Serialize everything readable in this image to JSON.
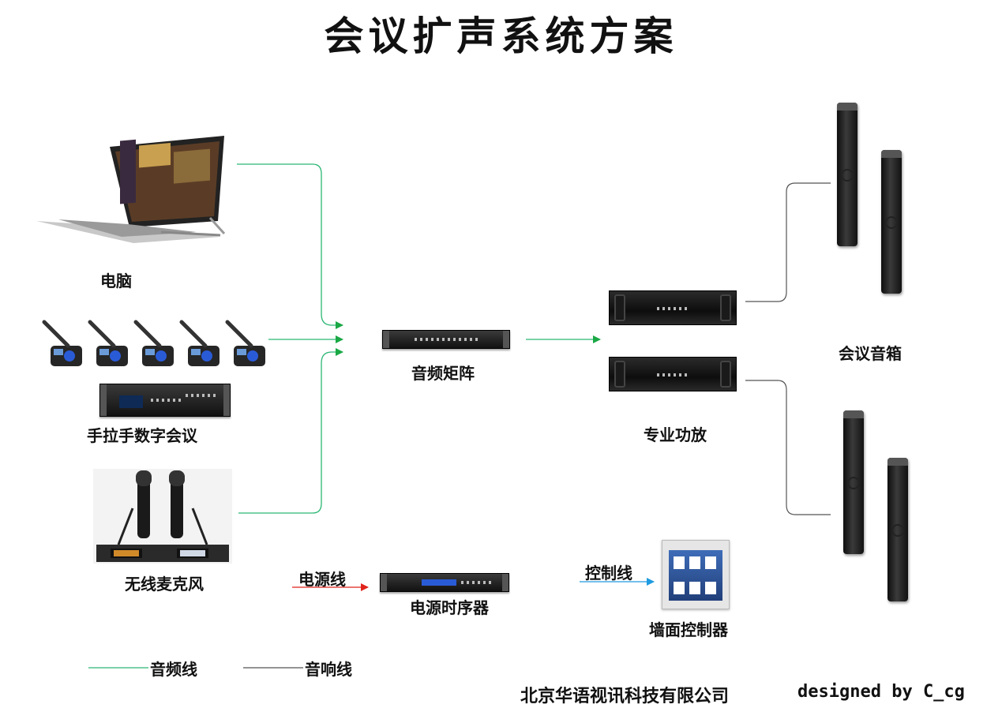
{
  "title": "会议扩声系统方案",
  "devices": {
    "computer": "电脑",
    "conference": "手拉手数字会议",
    "wireless_mic": "无线麦克风",
    "matrix": "音频矩阵",
    "amplifier": "专业功放",
    "speakers": "会议音箱",
    "sequencer": "电源时序器",
    "wall_controller": "墙面控制器"
  },
  "cables": {
    "power": "电源线",
    "control": "控制线"
  },
  "legend": {
    "audio_line": "音频线",
    "speaker_line": "音响线"
  },
  "colors": {
    "audio_line": "#2bb673",
    "speaker_line": "#555555",
    "power_line": "#e0231c",
    "control_line": "#1e9be0"
  },
  "footer": {
    "company": "北京华语视讯科技有限公司",
    "credit": "designed by C_cg"
  }
}
